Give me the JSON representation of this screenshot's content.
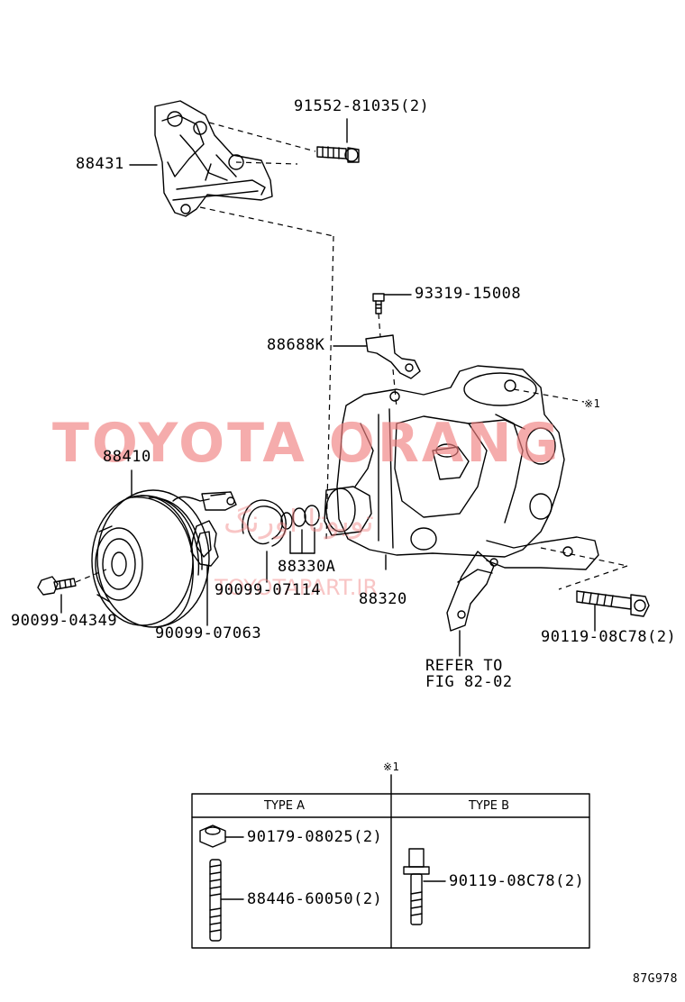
{
  "parts": {
    "bracket": "88431",
    "bracket_bolt": "91552-81035(2)",
    "bolt_top": "93319-15008",
    "clip": "88688K",
    "clutch": "88410",
    "pulley_bolt": "90099-04349",
    "shim": "90099-07063",
    "snap_ring": "90099-07114",
    "shim_set": "88330A",
    "compressor": "88320",
    "compressor_bolt": "90119-08C78(2)",
    "refer_line1": "REFER TO",
    "refer_line2": "FIG 82-02",
    "note_mark": "※1"
  },
  "watermark": {
    "main": "TOYOTA ORANG",
    "arabic": "تويوتا اورنگ",
    "url": "TOYOTAPART.IR"
  },
  "table": {
    "mark": "※1",
    "type_a_header": "TYPE A",
    "type_b_header": "TYPE B",
    "type_a_nut": "90179-08025(2)",
    "type_a_stud": "88446-60050(2)",
    "type_b_bolt": "90119-08C78(2)"
  },
  "figure_code": "87G978"
}
